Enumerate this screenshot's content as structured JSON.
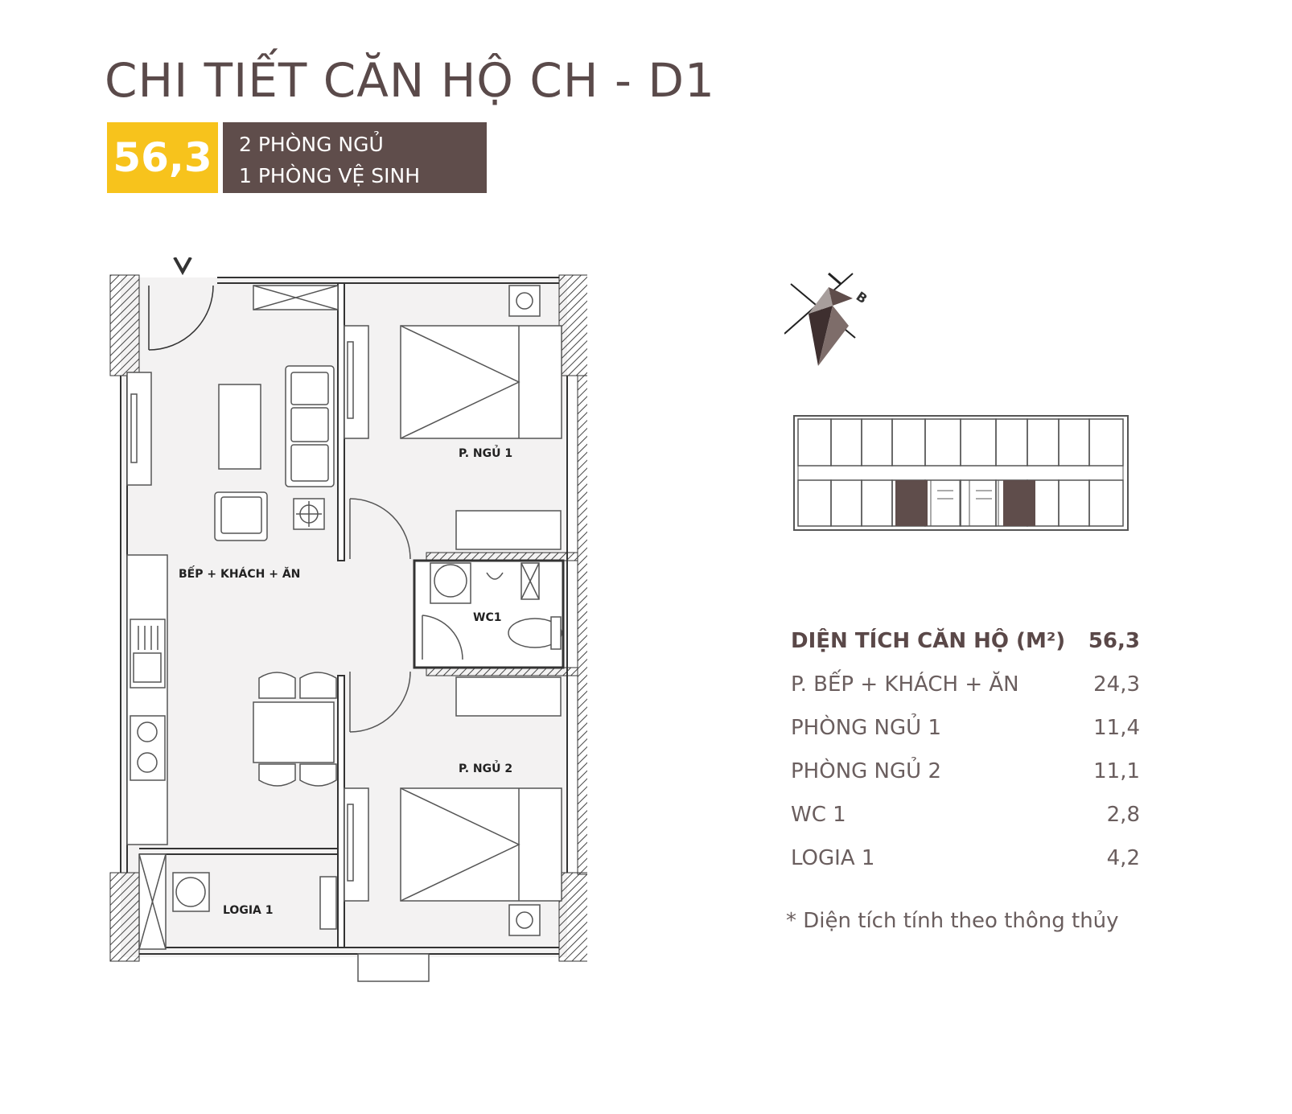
{
  "title": "CHI TIẾT CĂN HỘ CH - D1",
  "badge": {
    "area": "56,3",
    "bedrooms": "2 PHÒNG NGỦ",
    "bathrooms": "1 PHÒNG VỆ SINH"
  },
  "plan_labels": {
    "kitchen_living": "BẾP + KHÁCH + ĂN",
    "bedroom_1": "P. NGỦ 1",
    "bedroom_2": "P. NGỦ 2",
    "wc": "WC1",
    "loggia": "LOGIA 1"
  },
  "compass": {
    "letter": "B"
  },
  "area_table": {
    "header": {
      "label": "DIỆN TÍCH CĂN HỘ (M²)",
      "value": "56,3"
    },
    "rows": [
      {
        "label": "P. BẾP + KHÁCH + ĂN",
        "value": "24,3"
      },
      {
        "label": "PHÒNG NGỦ 1",
        "value": "11,4"
      },
      {
        "label": "PHÒNG NGỦ 2",
        "value": "11,1"
      },
      {
        "label": "WC 1",
        "value": "2,8"
      },
      {
        "label": "LOGIA 1",
        "value": "4,2"
      }
    ]
  },
  "note": "* Diện tích tính theo thông thủy",
  "colors": {
    "accent_yellow": "#f7c31c",
    "brown": "#5f4d4b",
    "text": "#6a5e5e"
  }
}
